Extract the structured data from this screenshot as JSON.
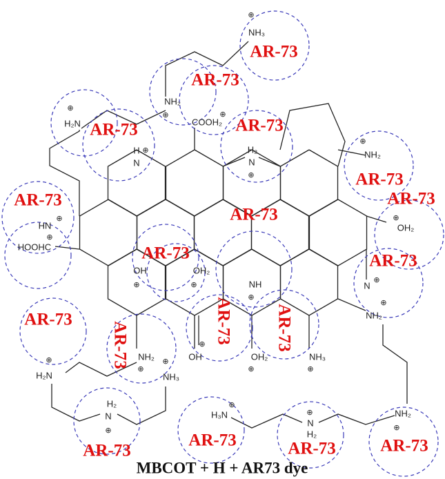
{
  "caption": "MBCOT + H + AR73 dye",
  "dye_label": "AR-73",
  "charge": "⊕",
  "colors": {
    "dye": "#e01010",
    "site_circle": "#3a3ab8",
    "bond": "#222222"
  },
  "groups": {
    "nh3_top": "NH₃",
    "nh2_chain": "NH₂",
    "h2n_left": "H₂N",
    "cooh2": "COOH₂",
    "h_pyridinium": "H",
    "n_pyridinium": "N",
    "h2_amine": "H₂",
    "n_amine": "N",
    "nh2_pyrrole": "NH₂",
    "hn_imine": "HN",
    "oh2_right": "OH₂",
    "n_right": "N",
    "nh_center": "NH",
    "hoohc": "HOOHC",
    "oh_mid": "OH",
    "oh2_mid": "OH₂",
    "nh2_right_chain": "NH₂",
    "nh2_bottom": "NH₂",
    "oh_carbonyl": "OH",
    "oh2_bottom": "OH₂",
    "nh3_bottom": "NH₃",
    "h2n_bottom_left": "H₂N",
    "nh3_bottom_left": "NH₃",
    "h2_bl": "H₂",
    "n_bl": "N",
    "h3n_bottom": "H₃N",
    "n_bm": "N",
    "h2_bm": "H₂",
    "nh2_br": "NH₂"
  }
}
